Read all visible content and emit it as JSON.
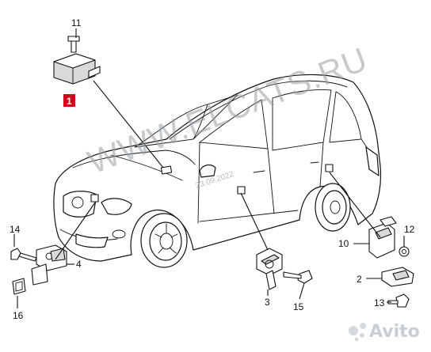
{
  "watermark": {
    "site": "WWW.ELCATS.RU",
    "date": "23.09.2022"
  },
  "callouts": {
    "c1": "1",
    "c2": "2",
    "c3": "3",
    "c4": "4",
    "c10": "10",
    "c11": "11",
    "c12": "12",
    "c13": "13",
    "c14": "14",
    "c15": "15",
    "c16": "16"
  },
  "highlighted_callout": "1",
  "brand_badge": {
    "text": "Avito",
    "icon": "avito-dots-icon"
  },
  "colors": {
    "highlight": "#d0021b",
    "line": "#111111",
    "watermark": "#9aa0a6"
  }
}
